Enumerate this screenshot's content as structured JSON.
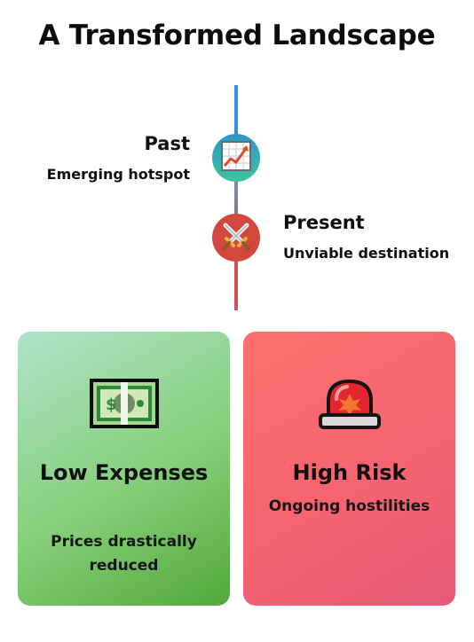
{
  "title": "A Transformed Landscape",
  "timeline": {
    "past": {
      "heading": "Past",
      "subtitle": "Emerging hotspot",
      "icon": "chart-increasing-icon"
    },
    "present": {
      "heading": "Present",
      "subtitle": "Unviable destination",
      "icon": "crossed-swords-icon"
    }
  },
  "cards": {
    "left": {
      "title": "Low Expenses",
      "subtitle": "Prices drastically reduced",
      "icon": "banknote-icon"
    },
    "right": {
      "title": "High Risk",
      "subtitle": "Ongoing hostilities",
      "icon": "siren-icon"
    }
  },
  "colors": {
    "timeline_top": "#3d8fcf",
    "timeline_bottom": "#c9545a",
    "past_node": "#3fc3a0",
    "present_node": "#d3483c",
    "card_green": "#86cf7a",
    "card_red": "#f5646f"
  }
}
